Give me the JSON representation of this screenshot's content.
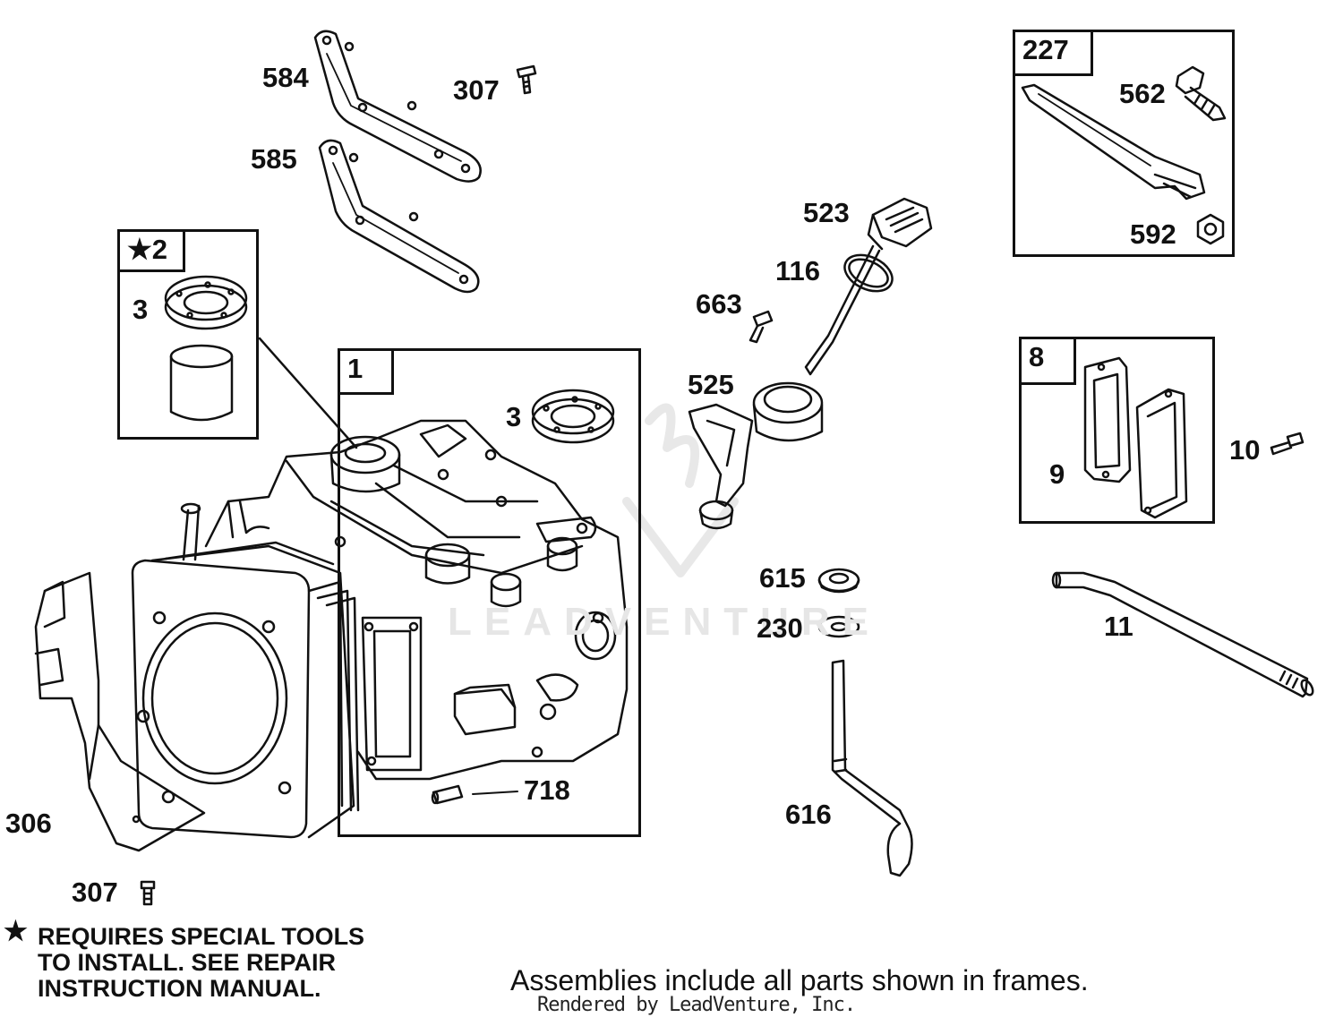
{
  "parts": {
    "p584": "584",
    "p307a": "307",
    "p585": "585",
    "p523": "523",
    "p116": "116",
    "p663": "663",
    "p525": "525",
    "p3a": "3",
    "p3b": "3",
    "p615": "615",
    "p230": "230",
    "p718": "718",
    "p306": "306",
    "p307b": "307",
    "p616": "616",
    "p562": "562",
    "p592": "592",
    "p9": "9",
    "p10": "10",
    "p11": "11"
  },
  "frames": {
    "kit2": "★2",
    "block1": "1",
    "bracket227": "227",
    "cover8": "8"
  },
  "note": {
    "star": "★",
    "line1": "REQUIRES SPECIAL TOOLS",
    "line2": "TO INSTALL.  SEE REPAIR",
    "line3": "INSTRUCTION MANUAL."
  },
  "footer": "Assemblies include all parts shown in frames.",
  "rendered_by": "Rendered by LeadVenture, Inc.",
  "watermark": "LEADVENTURE"
}
